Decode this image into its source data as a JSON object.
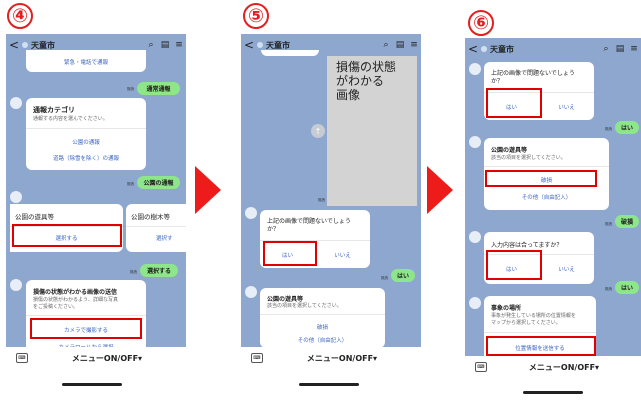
{
  "steps": [
    "④",
    "⑤",
    "⑥"
  ],
  "header": {
    "back": "<",
    "title": "天童市",
    "search_icon": "⌕",
    "list_icon": "▤",
    "menu_icon": "≡"
  },
  "footer": {
    "keyboard_icon": "⌨",
    "menu_label": "メニューON/OFF▾"
  },
  "colors": {
    "chat_bg": "#8ea7cf",
    "user_bubble": "#8ee68a",
    "highlight": "#e00000",
    "arrow": "#ee1b1b",
    "link": "#3a66c4"
  },
  "read_marks": [
    "既読",
    "既読",
    "既読",
    "既読",
    "既読",
    "既読",
    "既読",
    "既読"
  ],
  "screen4": {
    "top_option": "緊急・電話で通報",
    "bubble1": "通常通報",
    "category": {
      "title": "通報カテゴリ",
      "subtitle": "通報する内容を選んでください。",
      "options": [
        "公園の通報",
        "道路（除雪を除く）の通報"
      ]
    },
    "bubble2": "公園の通報",
    "carousel": {
      "left_title": "公園の遊具等",
      "left_button": "選択する",
      "right_title": "公園の樹木等",
      "right_button": "選択す"
    },
    "bubble3": "選択する",
    "photo_card": {
      "title": "損傷の状態がわかる画像の送信",
      "subtitle": [
        "損傷の状態がわかるよう、詳細な写真",
        "をご投稿ください。"
      ],
      "options": [
        "カメラで撮影する",
        "カメラロールから選択"
      ]
    }
  },
  "screen5": {
    "image_text": [
      "損傷の状態",
      "がわかる",
      "画像"
    ],
    "confirm": {
      "question": [
        "上記の画像で問題ないでしょう",
        "か？"
      ],
      "yes": "はい",
      "no": "いいえ"
    },
    "bubble1": "はい",
    "item_card": {
      "title": "公園の遊具等",
      "subtitle": "該当の項目を選択してください。",
      "options": [
        "破損",
        "その他（自由記入）"
      ]
    }
  },
  "screen6": {
    "confirm": {
      "question": [
        "上記の画像で問題ないでしょう",
        "か？"
      ],
      "yes": "はい",
      "no": "いいえ"
    },
    "bubble1": "はい",
    "item_card": {
      "title": "公園の遊具等",
      "subtitle": "該当の項目を選択してください。",
      "options": [
        "破損",
        "その他（自由記入）"
      ]
    },
    "bubble2": "破損",
    "content_check": {
      "question": "入力内容は合ってますか？",
      "yes": "はい",
      "no": "いいえ"
    },
    "bubble3": "はい",
    "location_card": {
      "title": "事象の場所",
      "subtitle": [
        "事象が発生している場所の位置情報を",
        "マップから選択してください。"
      ],
      "option": "位置情報を送信する"
    }
  }
}
